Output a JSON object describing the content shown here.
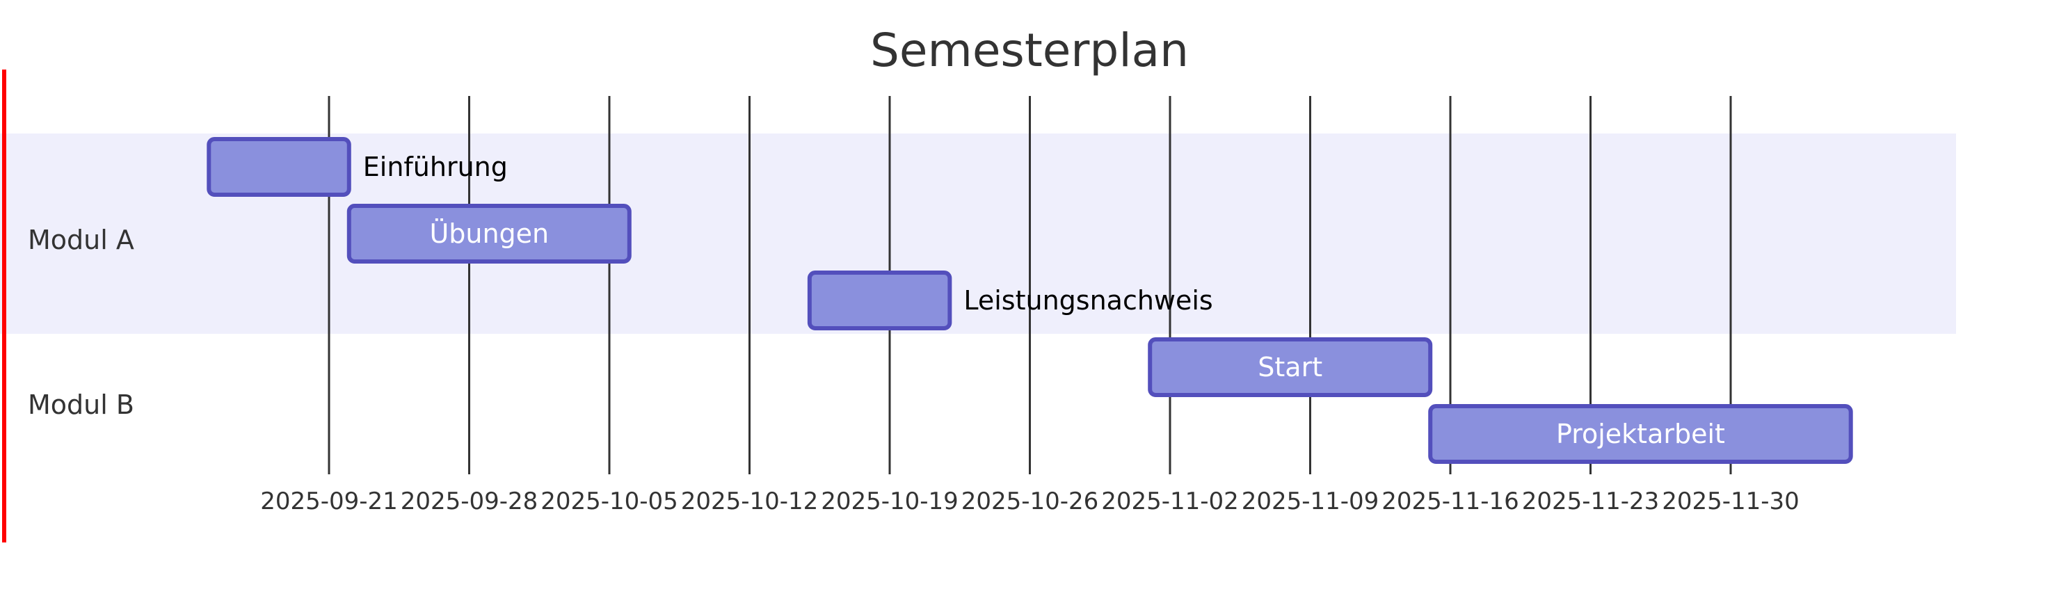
{
  "title": "Semesterplan",
  "colors": {
    "section_band": "#efeffc",
    "task_fill": "#8a90dd",
    "task_stroke": "#534fbc",
    "grid": "#333333",
    "today_marker": "#ff0000"
  },
  "sections": [
    {
      "label": "Modul A"
    },
    {
      "label": "Modul B"
    }
  ],
  "chart_data": {
    "type": "gantt",
    "title": "Semesterplan",
    "x_ticks": [
      "2025-09-21",
      "2025-09-28",
      "2025-10-05",
      "2025-10-12",
      "2025-10-19",
      "2025-10-26",
      "2025-11-02",
      "2025-11-09",
      "2025-11-16",
      "2025-11-23",
      "2025-11-30"
    ],
    "x_range": [
      "2025-09-15",
      "2025-12-26"
    ],
    "tasks": [
      {
        "name": "Einführung",
        "section": "Modul A",
        "start": "2025-09-15",
        "end": "2025-09-22",
        "label_position": "outside"
      },
      {
        "name": "Übungen",
        "section": "Modul A",
        "start": "2025-09-22",
        "end": "2025-10-06",
        "label_position": "inside"
      },
      {
        "name": "Leistungsnachweis",
        "section": "Modul A",
        "start": "2025-10-15",
        "end": "2025-10-22",
        "label_position": "outside"
      },
      {
        "name": "Start",
        "section": "Modul B",
        "start": "2025-11-01",
        "end": "2025-11-15",
        "label_position": "inside"
      },
      {
        "name": "Projektarbeit",
        "section": "Modul B",
        "start": "2025-11-15",
        "end": "2025-12-06",
        "label_position": "inside"
      }
    ],
    "grid": true
  }
}
